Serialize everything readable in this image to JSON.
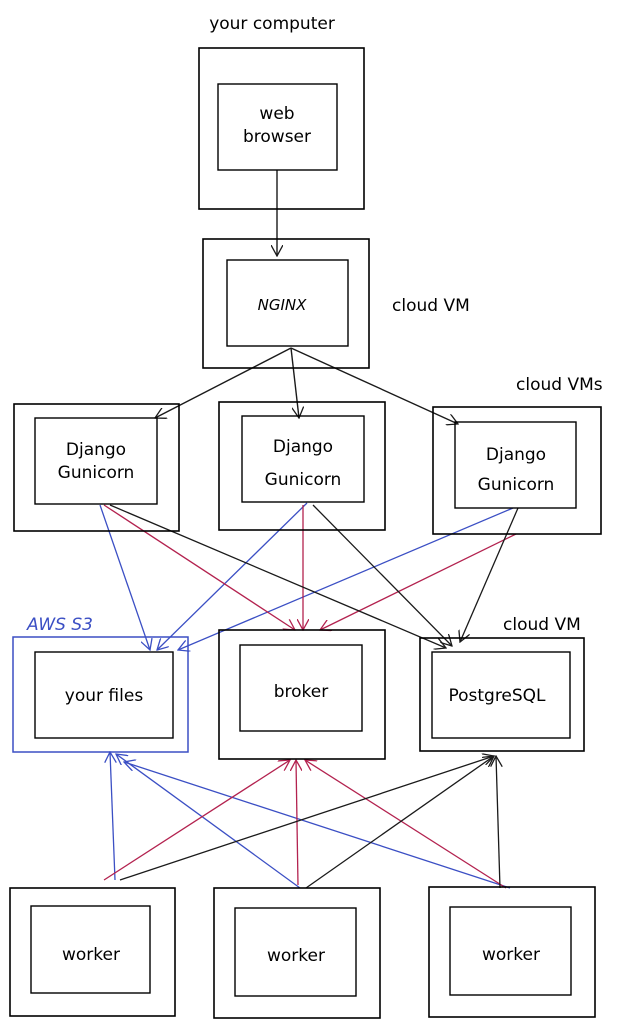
{
  "colors": {
    "ink": "#1a1a1a",
    "blue": "#3b4fc4",
    "red": "#b3224f"
  },
  "labels": {
    "your_computer": "your computer",
    "cloud_vm_nginx": "cloud VM",
    "cloud_vms": "cloud VMs",
    "aws_s3": "AWS S3",
    "cloud_vm_db": "cloud VM"
  },
  "nodes": {
    "browser": [
      "web",
      "browser"
    ],
    "nginx": "NGINX",
    "django_1": [
      "Django",
      "Gunicorn"
    ],
    "django_2": [
      "Django",
      "Gunicorn"
    ],
    "django_3": [
      "Django",
      "Gunicorn"
    ],
    "files": "your files",
    "broker": "broker",
    "postgres": "PostgreSQL",
    "worker_1": "worker",
    "worker_2": "worker",
    "worker_3": "worker"
  }
}
